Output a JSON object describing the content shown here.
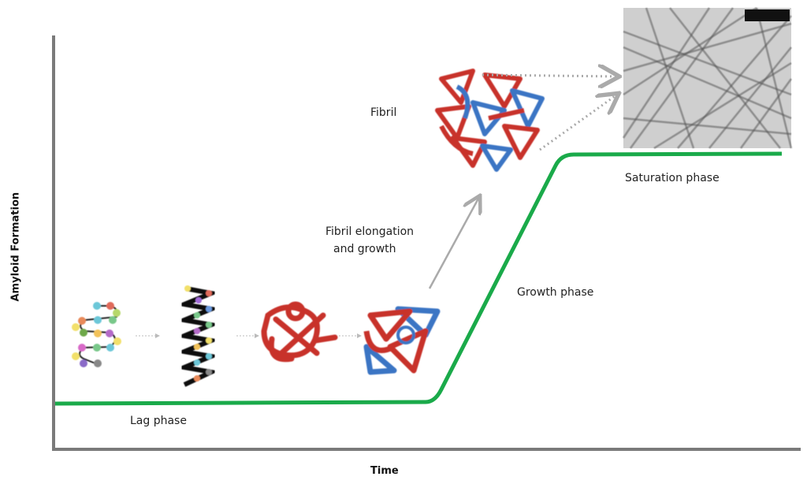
{
  "axes": {
    "x_label": "Time",
    "y_label": "Amyloid Formation"
  },
  "phases": {
    "lag": "Lag phase",
    "growth": "Growth phase",
    "saturation": "Saturation phase"
  },
  "annotations": {
    "elongation_line1": "Fibril elongation",
    "elongation_line2": "and growth",
    "fibril": "Fibril"
  },
  "colors": {
    "curve": "#1aaa4a",
    "axis": "#777777",
    "arrow": "#aaaaaa",
    "protein_red": "#c8312c",
    "protein_blue": "#3a74c4"
  }
}
